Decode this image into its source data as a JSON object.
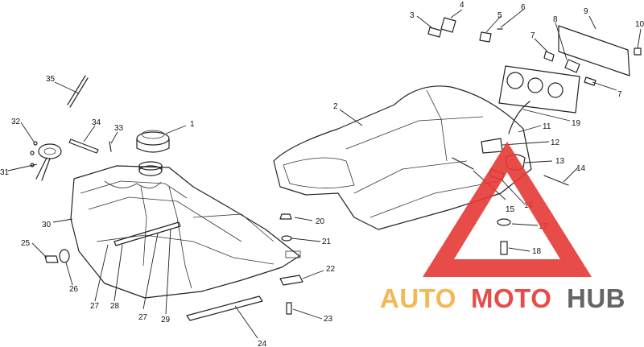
{
  "diagram": {
    "callouts": [
      "1",
      "2",
      "3",
      "4",
      "5",
      "6",
      "7",
      "7",
      "8",
      "9",
      "10",
      "11",
      "12",
      "13",
      "14",
      "15",
      "16",
      "17",
      "18",
      "19",
      "20",
      "21",
      "22",
      "23",
      "24",
      "25",
      "26",
      "27",
      "27",
      "28",
      "29",
      "30",
      "31",
      "32",
      "33",
      "34",
      "35"
    ]
  },
  "watermark": {
    "text_auto": "AUTO",
    "text_moto": "MOTO",
    "text_hub": "HUB",
    "color_primary": "#e53935",
    "color_secondary": "#f5b041",
    "color_dark": "#555555"
  }
}
